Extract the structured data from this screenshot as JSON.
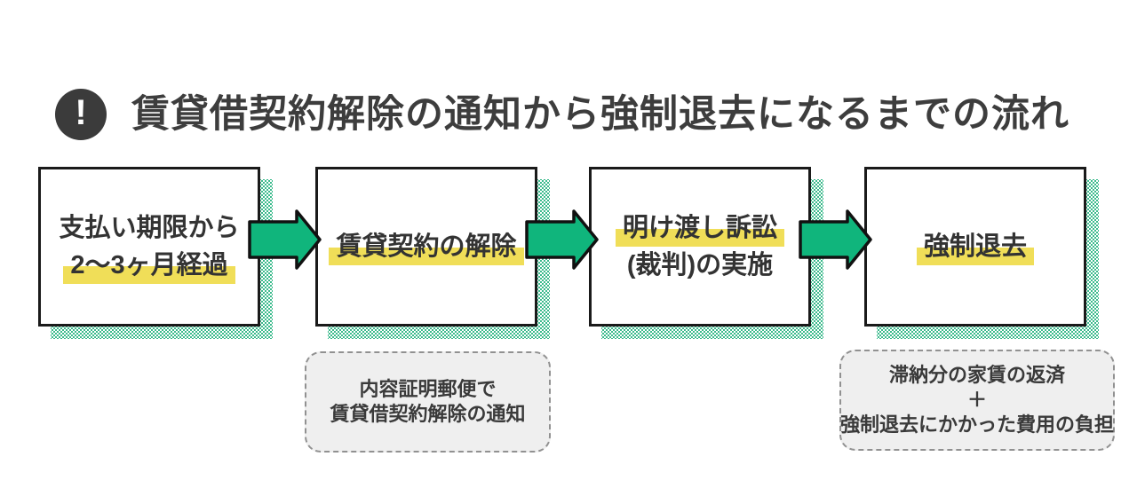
{
  "title": {
    "icon_glyph": "!",
    "text": "賃貸借契約解除の通知から強制退去になるまでの流れ"
  },
  "steps": [
    {
      "lines": [
        {
          "text": "支払い期限から",
          "highlight": false
        },
        {
          "text": "2〜3ヶ月経過",
          "highlight": true
        }
      ]
    },
    {
      "lines": [
        {
          "text": "賃貸契約の解除",
          "highlight": true
        }
      ]
    },
    {
      "lines": [
        {
          "text": "明け渡し訴訟",
          "highlight": true
        },
        {
          "text": "(裁判)の実施",
          "highlight": false
        }
      ]
    },
    {
      "lines": [
        {
          "text": "強制退去",
          "highlight": true
        }
      ]
    }
  ],
  "notes": [
    {
      "lines": [
        "内容証明郵便で",
        "賃貸借契約解除の通知"
      ]
    },
    {
      "lines": [
        "滞納分の家賃の返済",
        "＋",
        "強制退去にかかった費用の負担"
      ]
    }
  ],
  "colors": {
    "accent-green": "#10b57c",
    "shadow-green": "#2bb583",
    "highlight-yellow": "#f0de58",
    "ink": "#333333",
    "icon-dark": "#3b3b3b",
    "note-bg": "#efefef",
    "note-border": "#919191",
    "box-border": "#1a1a1a"
  }
}
